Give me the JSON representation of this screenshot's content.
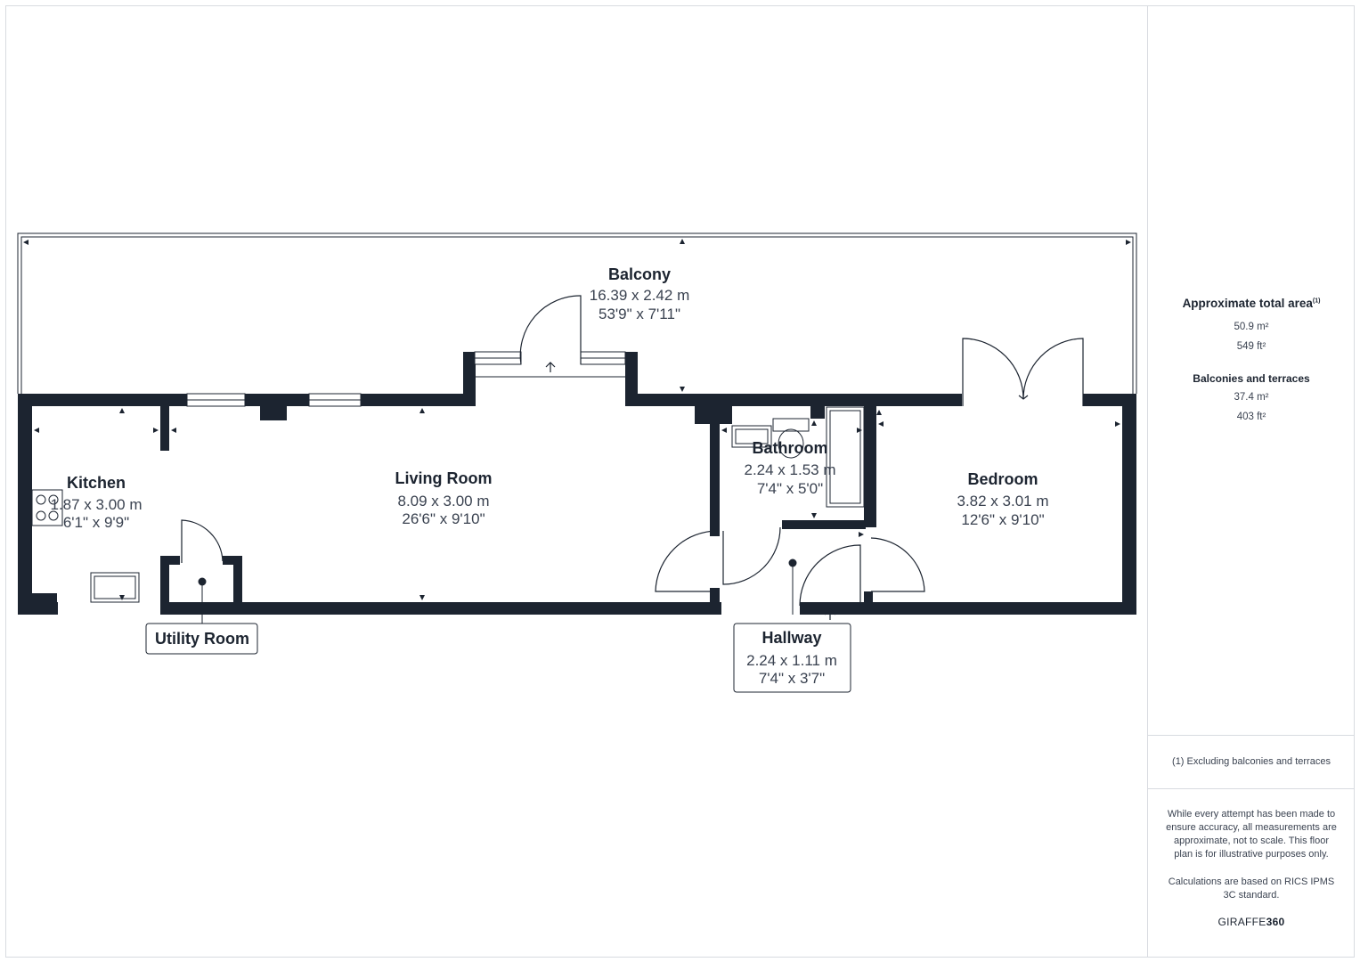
{
  "rooms": {
    "balcony": {
      "name": "Balcony",
      "metric": "16.39 x 2.42 m",
      "imperial": "53'9\" x 7'11\""
    },
    "kitchen": {
      "name": "Kitchen",
      "metric": "1.87 x 3.00 m",
      "imperial": "6'1\" x 9'9\""
    },
    "living": {
      "name": "Living Room",
      "metric": "8.09 x 3.00 m",
      "imperial": "26'6\" x 9'10\""
    },
    "bathroom": {
      "name": "Bathroom",
      "metric": "2.24 x 1.53 m",
      "imperial": "7'4\" x 5'0\""
    },
    "bedroom": {
      "name": "Bedroom",
      "metric": "3.82 x 3.01 m",
      "imperial": "12'6\" x 9'10\""
    },
    "utility": {
      "name": "Utility Room"
    },
    "hallway": {
      "name": "Hallway",
      "metric": "2.24 x 1.11 m",
      "imperial": "7'4\" x 3'7\""
    }
  },
  "summary": {
    "total_title": "Approximate total area",
    "total_note_mark": "(1)",
    "total_m2": "50.9 m²",
    "total_ft2": "549 ft²",
    "balconies_title": "Balconies and terraces",
    "balconies_m2": "37.4 m²",
    "balconies_ft2": "403 ft²",
    "footnote": "(1) Excluding balconies and terraces",
    "disclaimer": "While every attempt has been made to ensure accuracy, all measurements are approximate, not to scale. This floor plan is for illustrative purposes only.",
    "calculations": "Calculations are based on RICS IPMS 3C standard.",
    "brand_light": "GIRAFFE",
    "brand_bold": "360"
  },
  "colors": {
    "wall": "#1c2430",
    "line": "#1c2430",
    "frame": "#d8dbe0"
  }
}
